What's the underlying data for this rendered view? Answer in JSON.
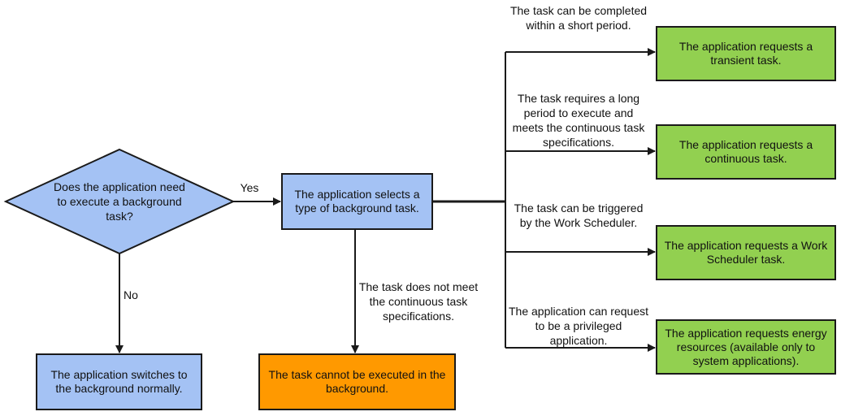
{
  "decision": {
    "text": "Does the application need to execute a background task?"
  },
  "edges": {
    "yes": "Yes",
    "no": "No"
  },
  "nodes": {
    "select_type": "The application selects a type of background task.",
    "switch_background": "The application switches to the background normally.",
    "cannot_execute": "The task cannot be executed in the background.",
    "transient": "The application requests a transient task.",
    "continuous": "The application requests a continuous task.",
    "work_scheduler": "The application requests a Work Scheduler task.",
    "energy": "The application requests energy resources (available only to system applications)."
  },
  "conditions": {
    "short_period": "The task can be completed within a short period.",
    "long_period": "The task requires a long period to execute and meets the continuous task specifications.",
    "work_scheduler": "The task can be triggered by the Work Scheduler.",
    "privileged": "The application can request to be a privileged application.",
    "not_continuous": "The task does not meet the continuous task specifications."
  },
  "colors": {
    "decision_fill": "#a4c2f4",
    "blue_fill": "#a4c2f4",
    "green_fill": "#92d050",
    "orange_fill": "#ff9900",
    "line": "#1a1a1a"
  }
}
